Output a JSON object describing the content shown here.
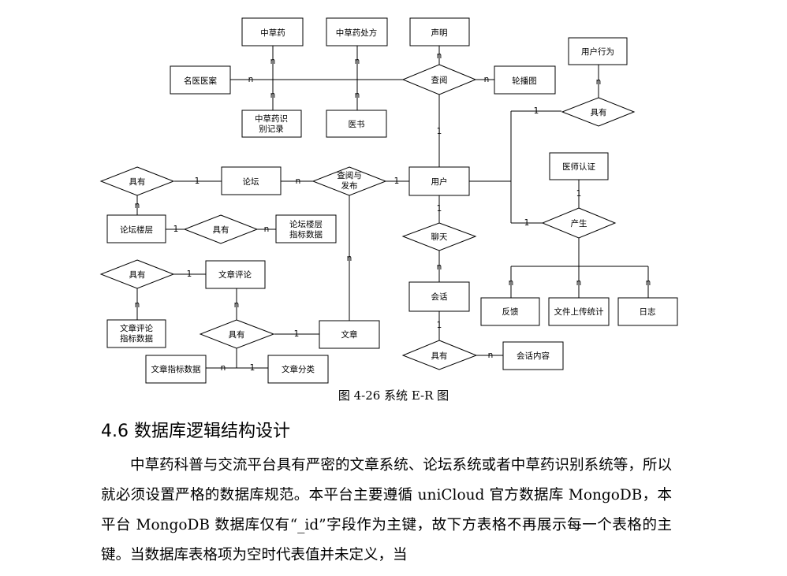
{
  "diagram": {
    "entities": {
      "herb": "中草药",
      "prescription": "中草药处方",
      "statement": "声明",
      "user_behavior": "用户行为",
      "famous_cases": "名医医案",
      "carousel": "轮播图",
      "herb_record_1": "中草药识",
      "herb_record_2": "别记录",
      "medical_book": "医书",
      "doctor_cert": "医师认证",
      "forum": "论坛",
      "user": "用户",
      "forum_floor": "论坛楼层",
      "floor_metrics_1": "论坛楼层",
      "floor_metrics_2": "指标数据",
      "article_comment": "文章评论",
      "comment_metrics_1": "文章评论",
      "comment_metrics_2": "指标数据",
      "article": "文章",
      "session": "会话",
      "feedback": "反馈",
      "upload_stats": "文件上传统计",
      "log": "日志",
      "article_metrics": "文章指标数据",
      "article_category": "文章分类",
      "session_content": "会话内容"
    },
    "relationships": {
      "view": "查阅",
      "has_behavior": "具有",
      "view_publish_1": "查阅与",
      "view_publish_2": "发布",
      "has_forum": "具有",
      "has_floor": "具有",
      "chat": "聊天",
      "produce": "产生",
      "has_comment": "具有",
      "has_article": "具有",
      "has_session": "具有"
    },
    "cardinality": {
      "one": "1",
      "many": "n"
    }
  },
  "caption": "图 4-26 系统 E-R 图",
  "heading": "4.6 数据库逻辑结构设计",
  "paragraph": "中草药科普与交流平台具有严密的文章系统、论坛系统或者中草药识别系统等，所以就必须设置严格的数据库规范。本平台主要遵循 uniCloud 官方数据库 MongoDB，本平台 MongoDB 数据库仅有“_id”字段作为主键，故下方表格不再展示每一个表格的主键。当数据库表格项为空时代表值并未定义，当"
}
